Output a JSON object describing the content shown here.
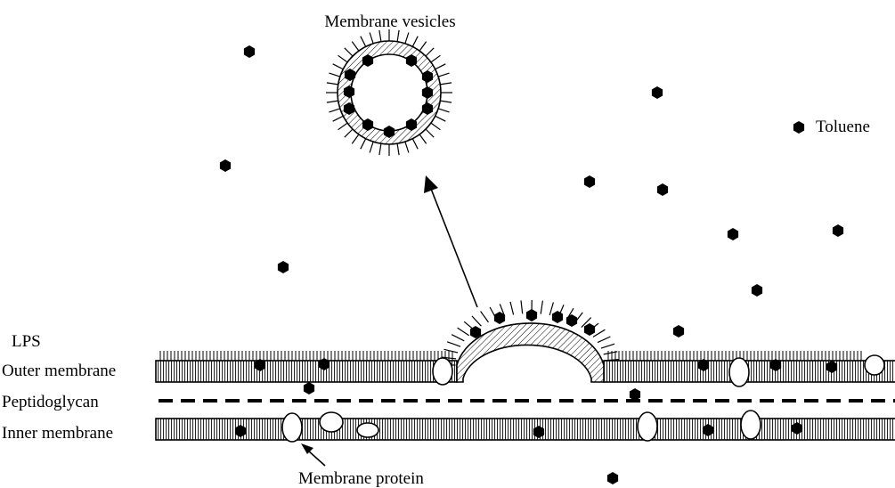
{
  "labels": {
    "title": "Membrane vesicles",
    "toluene": "Toluene",
    "lps": "LPS",
    "outer_membrane": "Outer membrane",
    "peptidoglycan": "Peptidoglycan",
    "inner_membrane": "Inner membrane",
    "membrane_protein": "Membrane protein"
  },
  "colors": {
    "ink": "#000000",
    "background": "#ffffff"
  }
}
